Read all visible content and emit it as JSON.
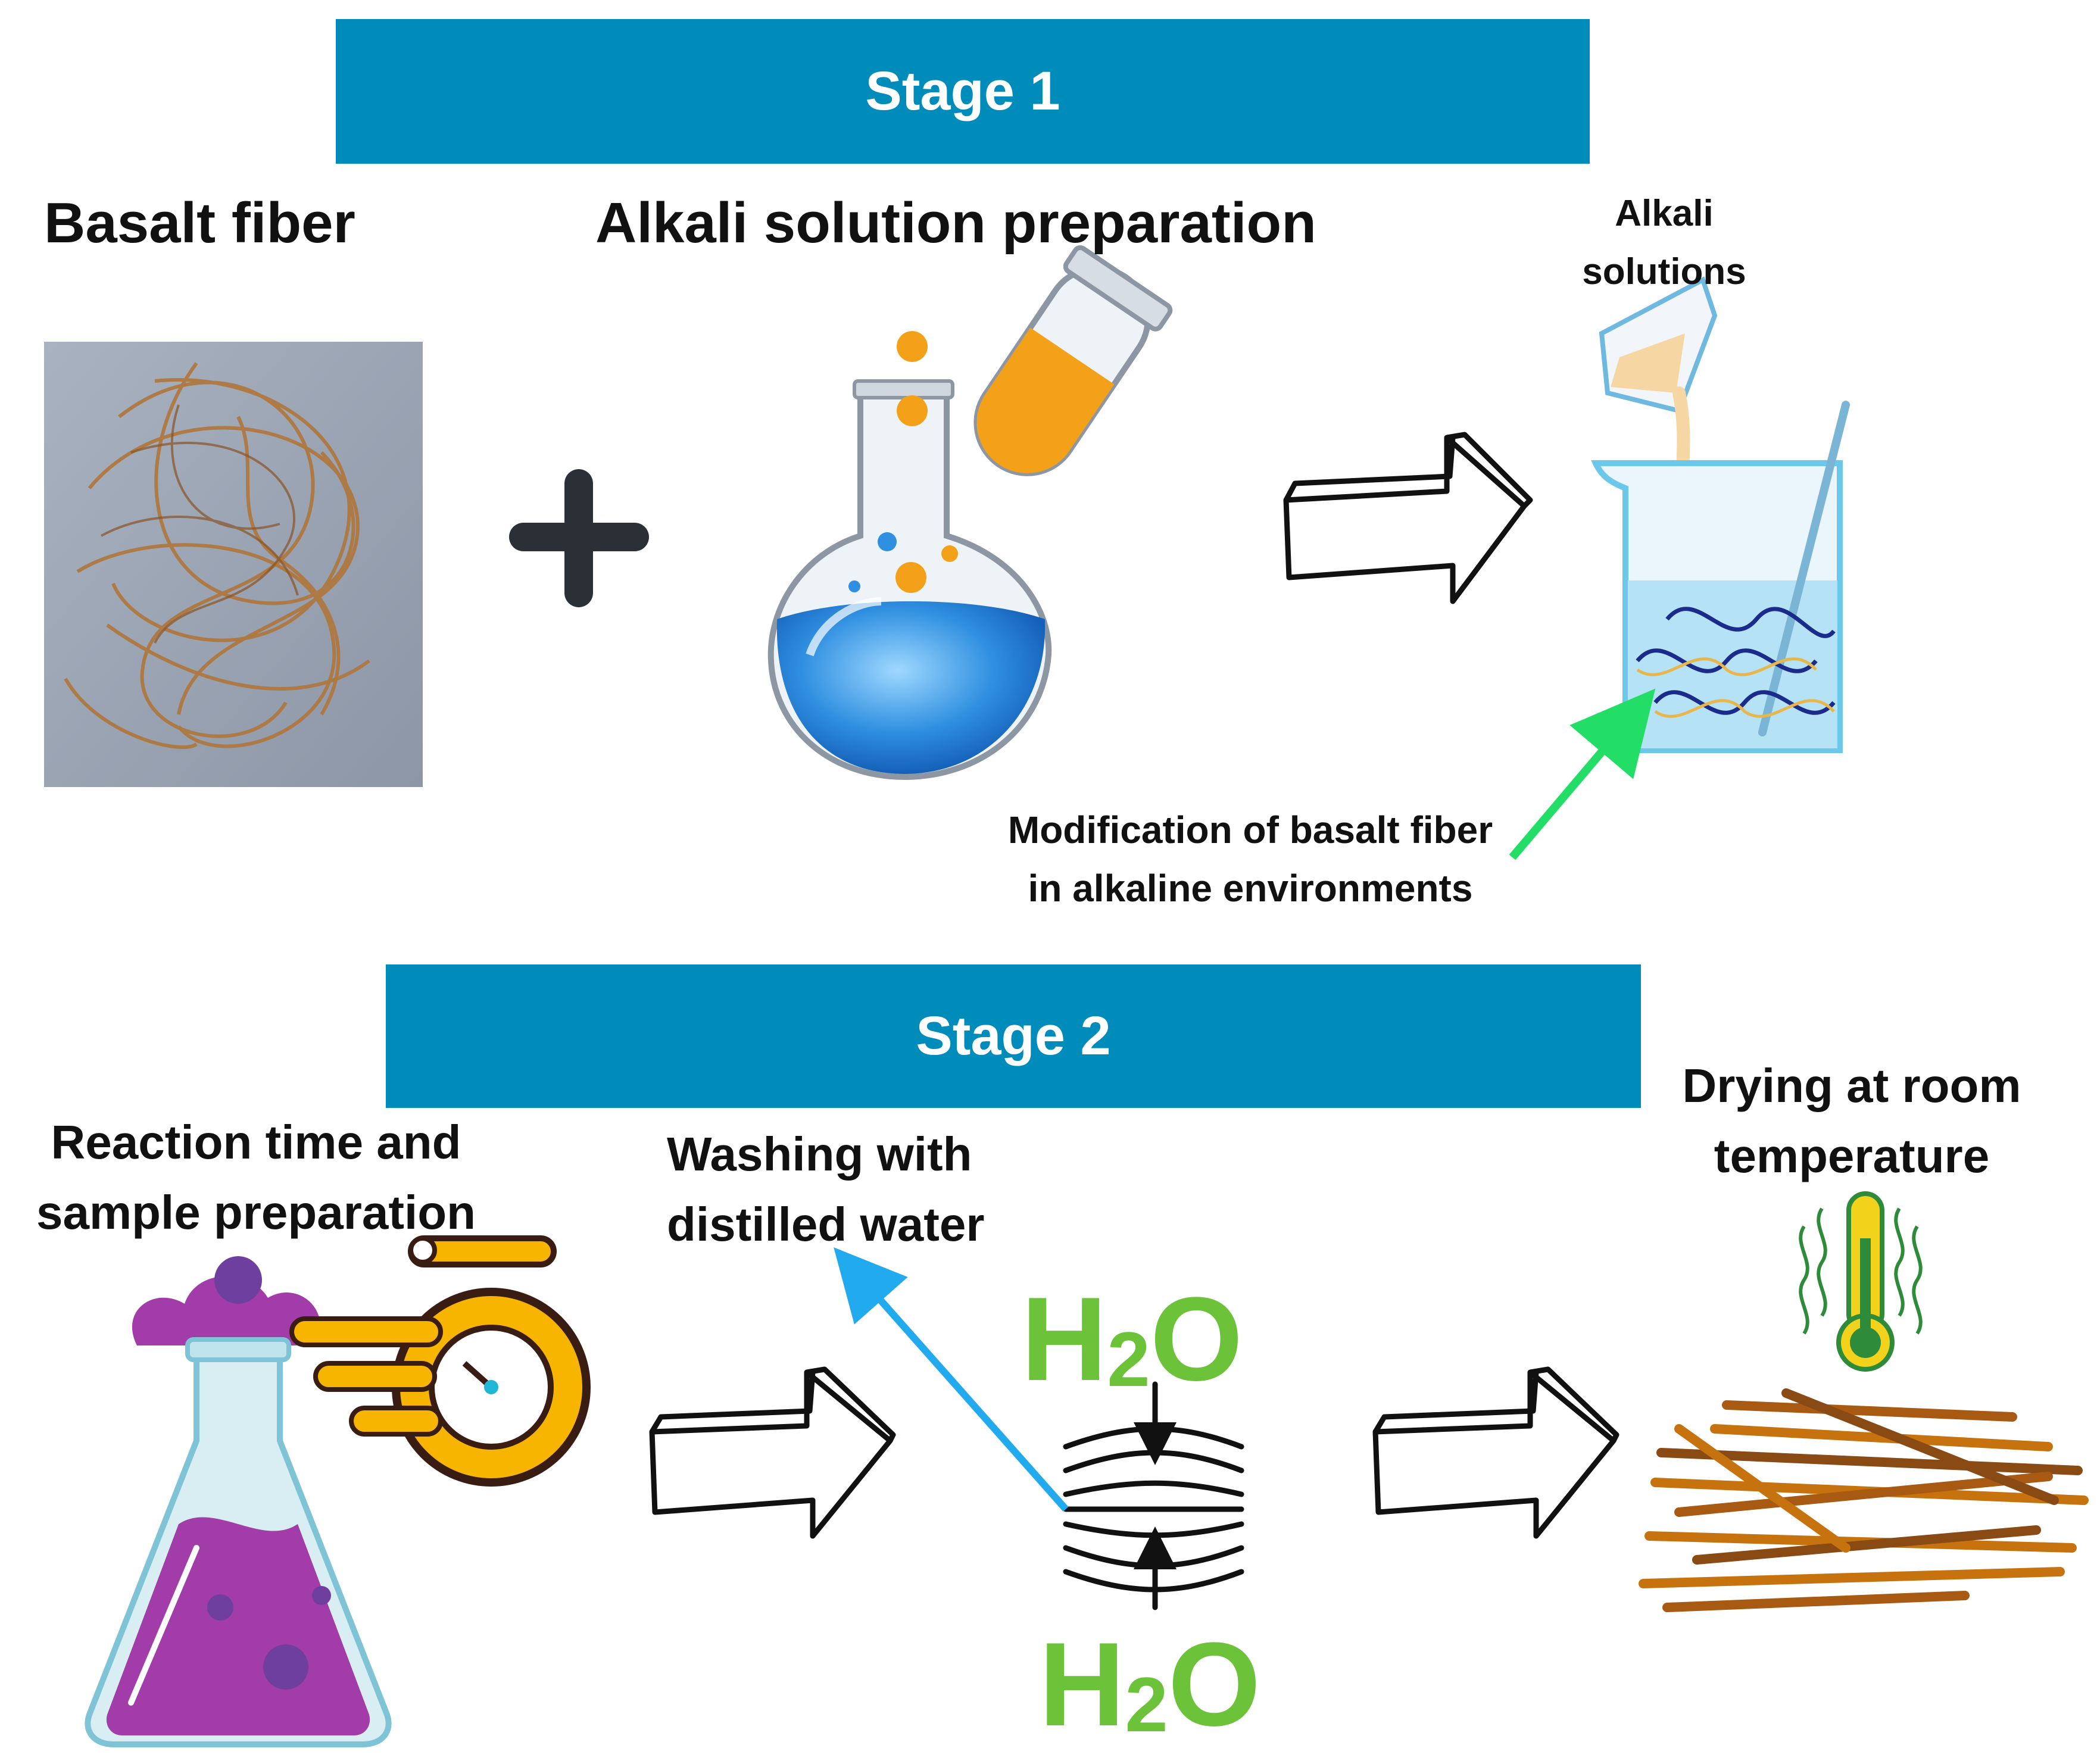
{
  "stage1": {
    "title": "Stage 1"
  },
  "stage2": {
    "title": "Stage 2"
  },
  "labels": {
    "basalt_fiber": "Basalt fiber",
    "alkali_prep": "Alkali solution preparation",
    "alkali_solutions_1": "Alkali",
    "alkali_solutions_2": "solutions",
    "modification_1": "Modification of basalt fiber",
    "modification_2": "in alkaline environments",
    "reaction_1": "Reaction time and",
    "reaction_2": "sample preparation",
    "washing_1": "Washing with",
    "washing_2": "distilled water",
    "drying_1": "Drying at room",
    "drying_2": "temperature",
    "h2o_top_a": "H",
    "h2o_top_sub": "2",
    "h2o_top_b": "O",
    "h2o_bottom_a": "H",
    "h2o_bottom_sub": "2",
    "h2o_bottom_b": "O"
  },
  "colors": {
    "banner": "#008cbb",
    "flask_liquid": "#2f8fe0",
    "tube_liquid": "#f4a11a",
    "green_arrow": "#22dd66",
    "blue_arrow": "#22aaee",
    "h2o_text": "#6cc33a",
    "erlenmeyer_liquid": "#a13ca8",
    "stopwatch": "#f7b500",
    "fiber_brown": "#b8650e",
    "thermometer": "#f2d21b"
  },
  "icons": [
    "plus-icon",
    "flask-icon",
    "test-tube-icon",
    "beaker-icon",
    "stopwatch-icon",
    "thermometer-icon",
    "hand-drawn-arrow-icon"
  ]
}
